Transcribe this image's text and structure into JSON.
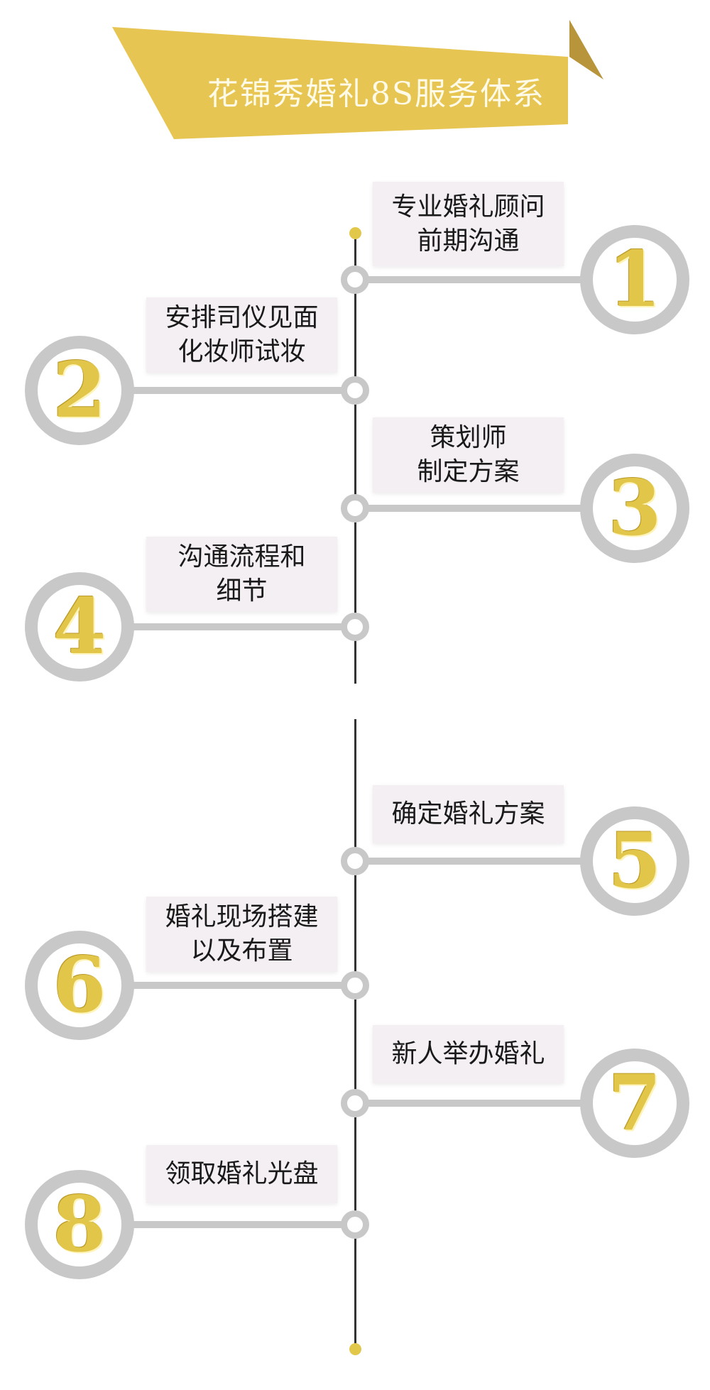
{
  "header": {
    "title": "花锦秀婚礼8S服务体系"
  },
  "colors": {
    "gold": "#e2c64a",
    "ring": "#c8c8c8",
    "box": "#f3eff3",
    "line": "#333333"
  },
  "steps": [
    {
      "number": "1",
      "text": "专业婚礼顾问\n前期沟通"
    },
    {
      "number": "2",
      "text": "安排司仪见面\n化妆师试妆"
    },
    {
      "number": "3",
      "text": "策划师\n制定方案"
    },
    {
      "number": "4",
      "text": "沟通流程和\n细节"
    },
    {
      "number": "5",
      "text": "确定婚礼方案"
    },
    {
      "number": "6",
      "text": "婚礼现场搭建\n以及布置"
    },
    {
      "number": "7",
      "text": "新人举办婚礼"
    },
    {
      "number": "8",
      "text": "领取婚礼光盘"
    }
  ]
}
